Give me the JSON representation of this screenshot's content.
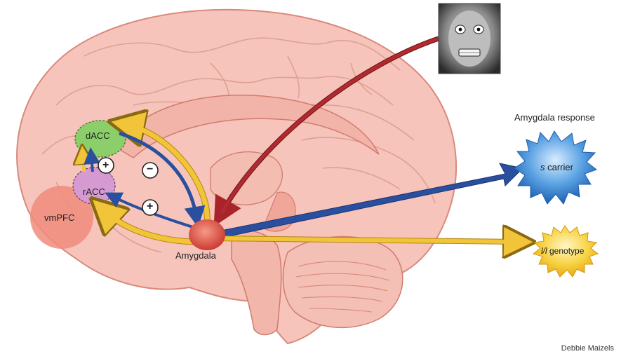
{
  "labels": {
    "dacc": "dACC",
    "racc": "rACC",
    "vmpfc": "vmPFC",
    "amygdala": "Amygdala",
    "plus_1": "+",
    "minus": "−",
    "plus_2": "+"
  },
  "legend": {
    "title": "Amygdala response",
    "s_allele": "s",
    "s_carrier_text": " carrier",
    "l_allele": "l/l",
    "l_genotype_text": " genotype"
  },
  "credit": "Debbie Maizels",
  "colors": {
    "brain_fill": "#f6c4bb",
    "brain_stroke": "#d9897c",
    "dacc": "#8ccf6a",
    "racc": "#d59ad2",
    "vmpfc": "#f08c7c",
    "amygdala": "#e2554a",
    "arrow_yellow": "#f2c43a",
    "arrow_blue": "#2a4f9e",
    "arrow_red": "#a8242a",
    "burst_blue": "#2d7fd0",
    "burst_yellow": "#f7d342"
  },
  "icons": {
    "face": "fearful-face-photo-icon"
  }
}
